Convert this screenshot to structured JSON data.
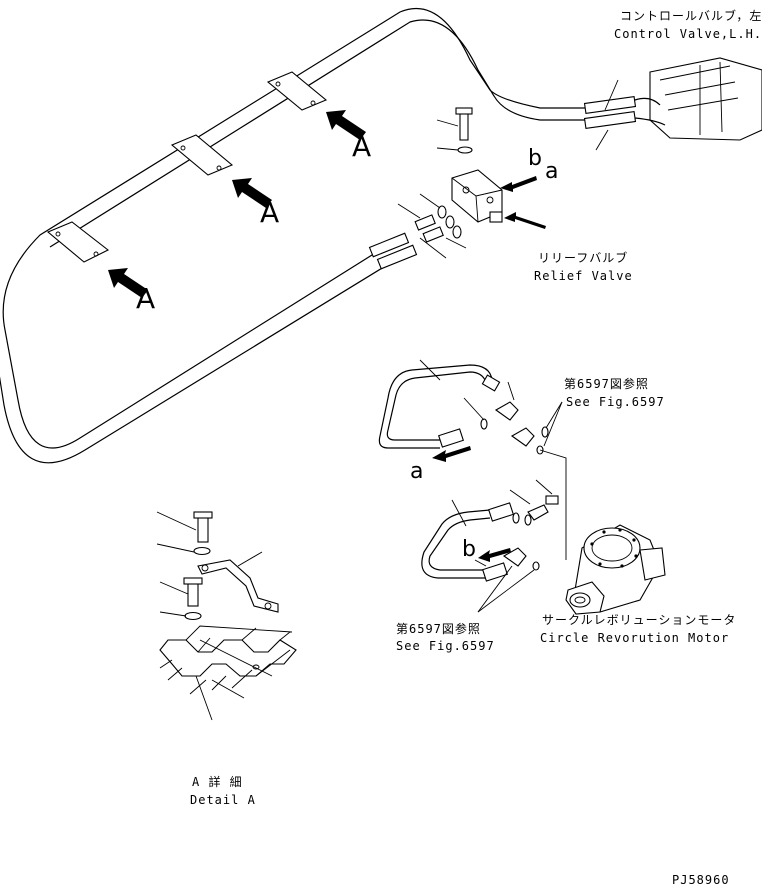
{
  "labels": {
    "control_valve_jp": "コントロールバルブ，左",
    "control_valve_en": "Control Valve,L.H.",
    "relief_valve_jp": "リリーフバルブ",
    "relief_valve_en": "Relief Valve",
    "see_fig_top_jp": "第6597図参照",
    "see_fig_top_en": "See Fig.6597",
    "see_fig_bottom_jp": "第6597図参照",
    "see_fig_bottom_en": "See Fig.6597",
    "motor_jp": "サークルレボリューションモータ",
    "motor_en": "Circle Revorution Motor",
    "detail_jp": "A 詳 細",
    "detail_en": "Detail A",
    "drawing_no": "PJ58960"
  },
  "callouts": {
    "A1": "A",
    "A2": "A",
    "A3": "A",
    "b_top": "b",
    "a_top": "a",
    "a_bottom": "a",
    "b_bottom": "b"
  }
}
